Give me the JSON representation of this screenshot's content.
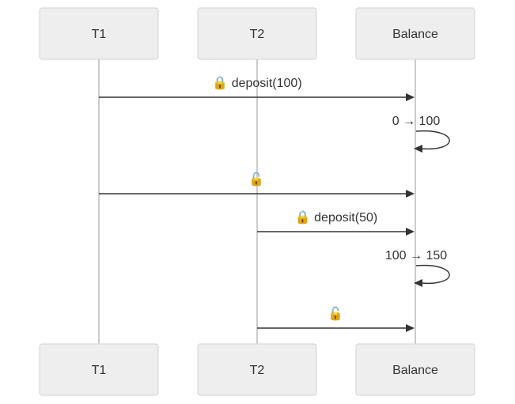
{
  "participants": [
    {
      "id": "t1",
      "label": "T1"
    },
    {
      "id": "t2",
      "label": "T2"
    },
    {
      "id": "balance",
      "label": "Balance"
    }
  ],
  "messages": [
    {
      "from": "T1",
      "to": "Balance",
      "icon": "locked-padlock-icon",
      "glyph": "🔒",
      "text": "deposit(100)"
    },
    {
      "from": "Balance",
      "to": "Balance",
      "icon": "",
      "glyph": "",
      "text": "0 → 100"
    },
    {
      "from": "T1",
      "to": "Balance",
      "icon": "unlocked-padlock-icon",
      "glyph": "🔓",
      "text": ""
    },
    {
      "from": "T2",
      "to": "Balance",
      "icon": "locked-padlock-icon",
      "glyph": "🔒",
      "text": "deposit(50)"
    },
    {
      "from": "Balance",
      "to": "Balance",
      "icon": "",
      "glyph": "",
      "text": "100 → 150"
    },
    {
      "from": "T2",
      "to": "Balance",
      "icon": "unlocked-padlock-icon",
      "glyph": "🔓",
      "text": ""
    }
  ],
  "colors": {
    "box_fill": "#eeeeee",
    "box_stroke": "#d3d3d3",
    "lifeline": "#cccccc",
    "arrow": "#333333",
    "text": "#333333"
  }
}
